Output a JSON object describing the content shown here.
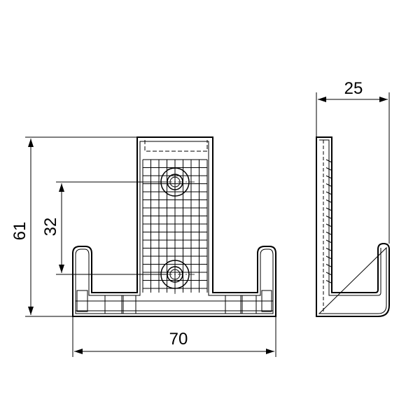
{
  "dimensions": {
    "height_total": "61",
    "hole_spacing": "32",
    "width_total": "70",
    "depth": "25"
  },
  "views": [
    "front-view",
    "side-view"
  ],
  "colors": {
    "line": "#000000",
    "background": "#ffffff"
  }
}
